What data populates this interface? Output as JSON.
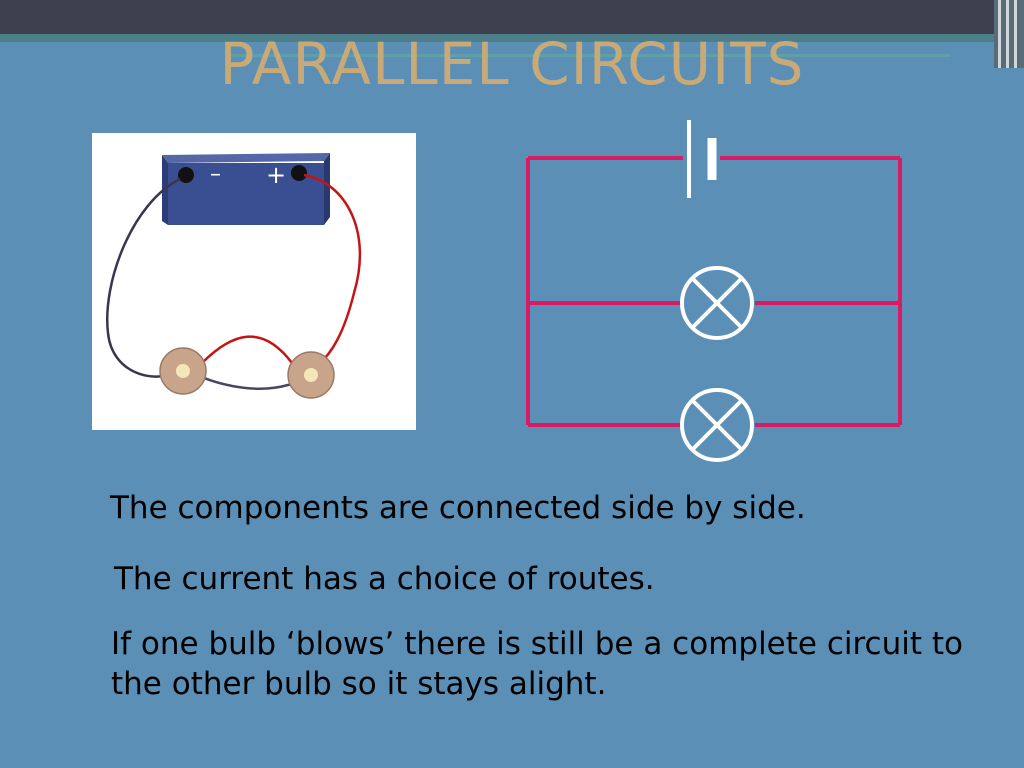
{
  "slide": {
    "title": "PARALLEL CIRCUITS",
    "photo": {
      "negative_label": "–",
      "positive_label": "+"
    },
    "text_lines": [
      "The components are connected side by side.",
      "The current has a choice of routes.",
      "If one bulb ‘blows’ there is still be a complete circuit to the other bulb so it stays alight."
    ]
  },
  "colors": {
    "background": "#5b8fb6",
    "title": "#c8aa78",
    "wire": "#d81b63",
    "battery_body": "#3a4f92"
  }
}
